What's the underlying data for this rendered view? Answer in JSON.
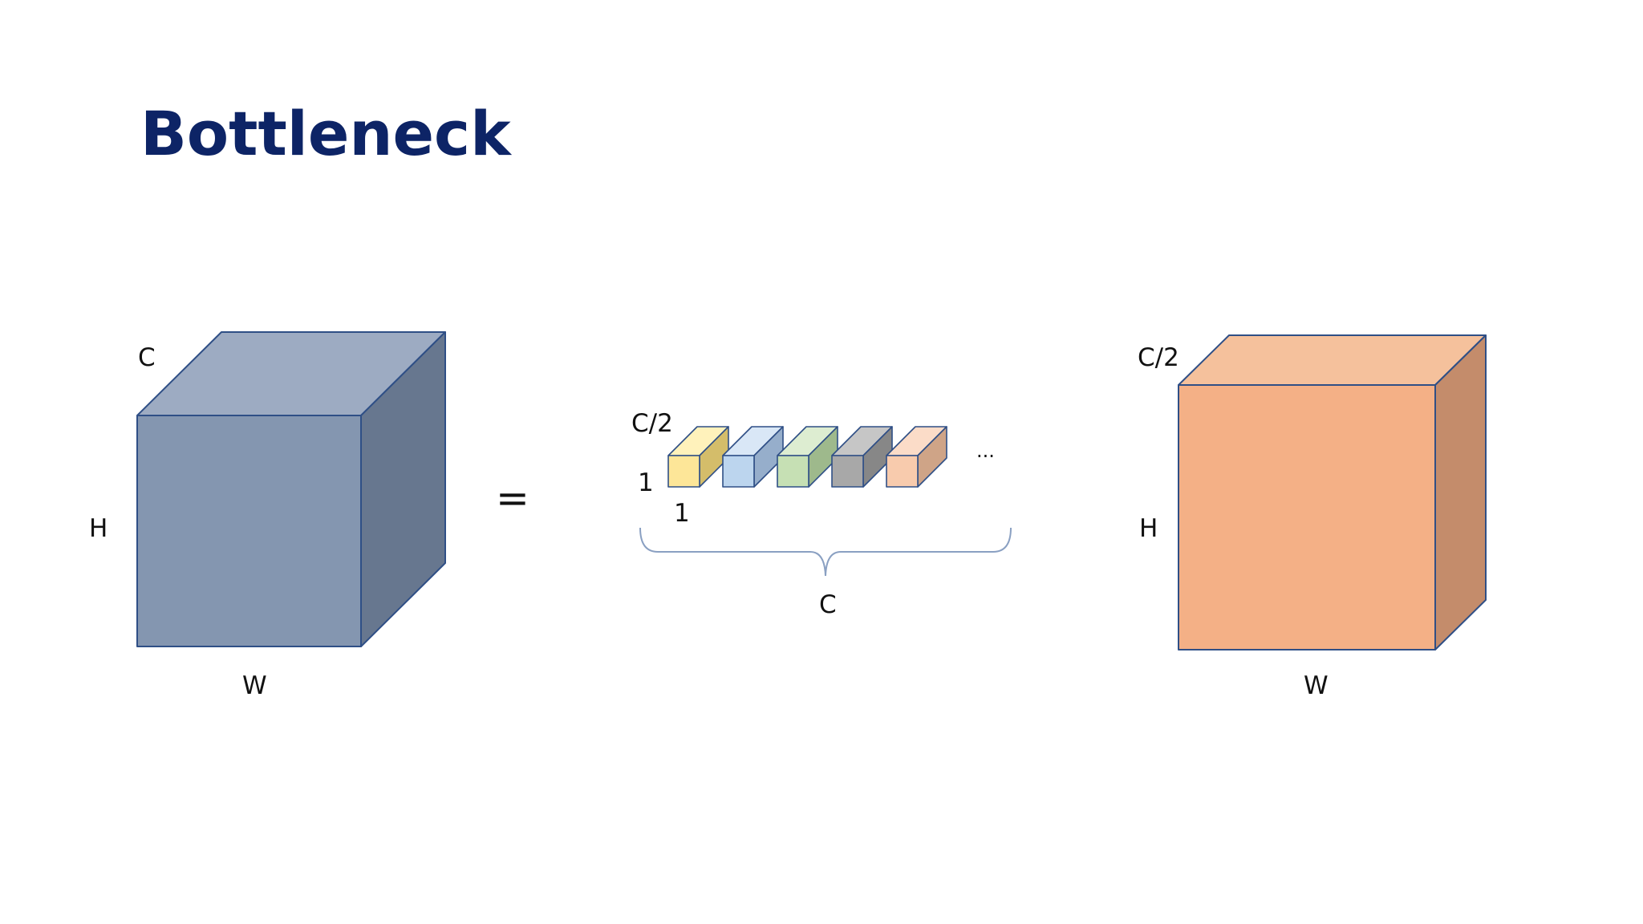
{
  "slide": {
    "title": "Bottleneck",
    "equals_sign": "="
  },
  "input_block": {
    "depth_label": "C",
    "height_label": "H",
    "width_label": "W",
    "colors": {
      "front": "#8496b0",
      "top": "#9dabc2",
      "side": "#67778f",
      "edge": "#2f4f86"
    }
  },
  "kernels": {
    "channel_label": "C/2",
    "height_label": "1",
    "width_label": "1",
    "ellipsis": "...",
    "count_label": "C",
    "colors": [
      {
        "front": "#fde698",
        "top": "#fff2bb",
        "side": "#d4bd6a"
      },
      {
        "front": "#bcd5ee",
        "top": "#d9e7f6",
        "side": "#96aecb"
      },
      {
        "front": "#c6e0b4",
        "top": "#ddedd1",
        "side": "#9eb98c"
      },
      {
        "front": "#a8a8a8",
        "top": "#c6c6c6",
        "side": "#878787"
      },
      {
        "front": "#f8cbad",
        "top": "#fbdcc8",
        "side": "#cfa487"
      }
    ],
    "edge_color": "#2f4f86"
  },
  "output_block": {
    "depth_label": "C/2",
    "height_label": "H",
    "width_label": "W",
    "colors": {
      "front": "#f4b086",
      "top": "#f5c19c",
      "side": "#c48c6b",
      "edge": "#2f4f86"
    }
  }
}
